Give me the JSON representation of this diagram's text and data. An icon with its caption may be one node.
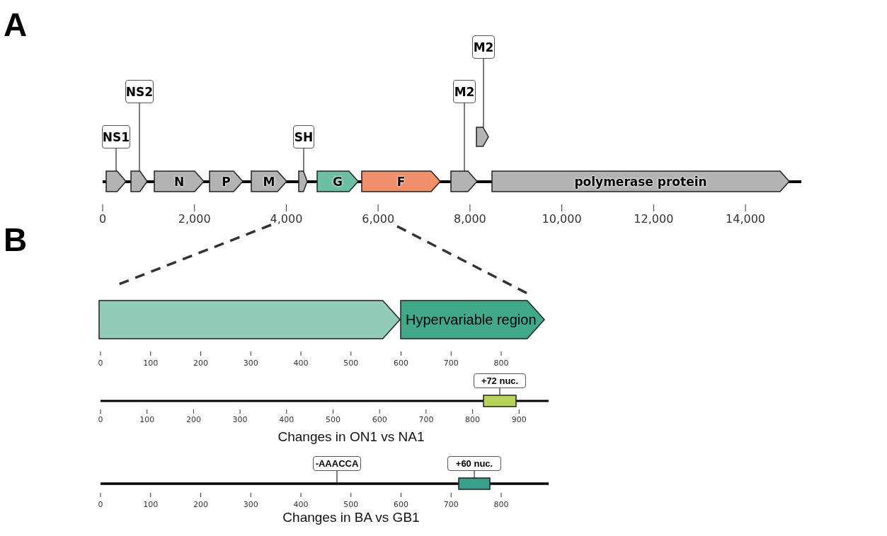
{
  "diagram": {
    "nodes": [
      {
        "text": [
          "NS1"
        ]
      },
      {
        "text": [],
        "shape": "arrow"
      },
      {
        "text": [
          "NS2"
        ]
      },
      {
        "text": [],
        "shape": "arrow"
      },
      {
        "text": [
          "N"
        ]
      },
      {
        "text": [
          "P"
        ]
      },
      {
        "text": [
          "M"
        ]
      },
      {
        "text": [
          "SH"
        ]
      },
      {
        "text": [],
        "shape": "arrow"
      },
      {
        "text": [
          "G"
        ]
      },
      {
        "text": [
          "F"
        ]
      },
      {
        "text": [
          "M2"
        ]
      },
      {
        "text": [],
        "shape": "arrow"
      },
      {
        "text": [
          "M2"
        ]
      },
      {
        "text": [],
        "shape": "arrow"
      },
      {
        "text": [
          "polymerase protein"
        ]
      },
      {
        "text": [],
        "shape": "arrow"
      },
      {
        "text": [
          "Hypervariable region"
        ]
      },
      {
        "text": [
          "+72 nuc."
        ]
      },
      {
        "text": [],
        "shape": "box"
      },
      {
        "text": [
          "-AAACCA"
        ]
      },
      {
        "text": [
          "+60 nuc."
        ]
      },
      {
        "text": [],
        "shape": "box"
      }
    ],
    "edges": [
      {
        "from": 0,
        "to": 1,
        "arrow": "none"
      },
      {
        "from": 2,
        "to": 3,
        "arrow": "none"
      },
      {
        "from": 7,
        "to": 8,
        "arrow": "none"
      },
      {
        "from": 11,
        "to": 12,
        "arrow": "none"
      },
      {
        "from": 13,
        "to": 14,
        "arrow": "none"
      },
      {
        "from": 18,
        "to": 19,
        "arrow": "none"
      },
      {
        "from": 20,
        "to": null,
        "arrow": "none"
      },
      {
        "from": 21,
        "to": 22,
        "arrow": "none"
      }
    ],
    "labels": [
      "A",
      "0",
      "2,000",
      "4,000",
      "6,000",
      "8,000",
      "10,000",
      "12,000",
      "14,000",
      "B",
      "0",
      "100",
      "200",
      "300",
      "400",
      "500",
      "600",
      "700",
      "800",
      "0",
      "100",
      "200",
      "300",
      "400",
      "500",
      "600",
      "700",
      "800",
      "900",
      "Changes in ON1 vs NA1",
      "0",
      "100",
      "200",
      "300",
      "400",
      "500",
      "600",
      "700",
      "800",
      "Changes in BA vs GB1"
    ]
  }
}
